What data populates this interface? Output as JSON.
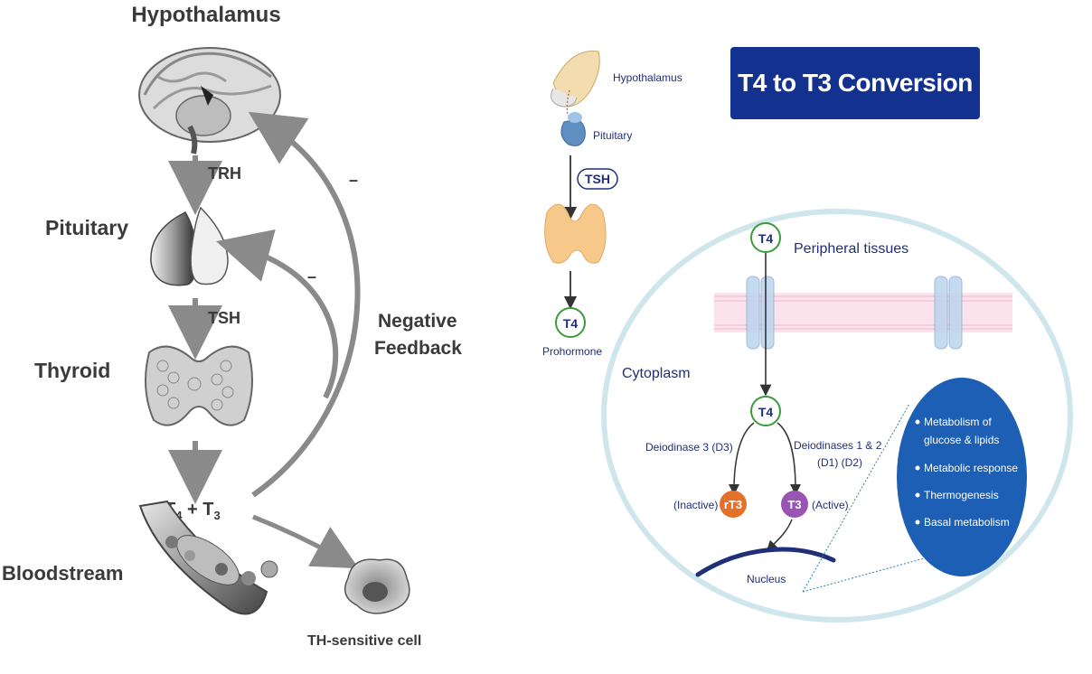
{
  "left": {
    "hypothalamus": "Hypothalamus",
    "trh": "TRH",
    "pituitary": "Pituitary",
    "tsh": "TSH",
    "thyroid": "Thyroid",
    "t4_base": "T",
    "t4_sub": "4",
    "plus": " + ",
    "t3_base": "T",
    "t3_sub": "3",
    "bloodstream": "Bloodstream",
    "th_cell": "TH-sensitive cell",
    "negative": "Negative",
    "feedback": "Feedback",
    "minus1": "–",
    "minus2": "–"
  },
  "right": {
    "title": "T4 to T3 Conversion",
    "hypothalamus": "Hypothalamus",
    "pituitary": "Pituitary",
    "tsh": "TSH",
    "t4_badge": "T4",
    "prohormone": "Prohormone",
    "t4_top": "T4",
    "peripheral": "Peripheral tissues",
    "cytoplasm": "Cytoplasm",
    "t4_mid": "T4",
    "d3": "Deiodinase 3 (D3)",
    "d12_line1": "Deiodinases 1 & 2",
    "d12_line2": "(D1) (D2)",
    "inactive": "(Inactive)",
    "rt3": "rT3",
    "t3": "T3",
    "active": "(Active)",
    "nucleus": "Nucleus",
    "effects": [
      "Metabolism of",
      "glucose & lipids",
      "Metabolic response",
      "Thermogenesis",
      "Basal metabolism"
    ]
  }
}
